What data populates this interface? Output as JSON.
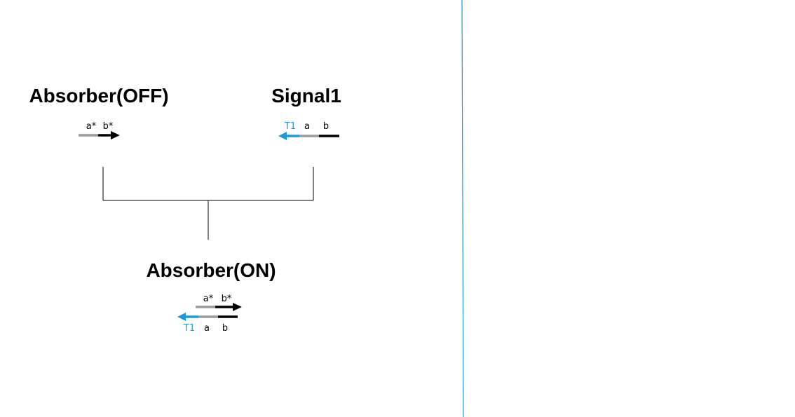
{
  "colors": {
    "toehold": "#1a9ad9",
    "domain_a": "#9a9a9a",
    "domain_b": "#000000",
    "connector": "#000000",
    "divider": "#1a9ad9"
  },
  "absorber_off": {
    "title": "Absorber(OFF)",
    "strand": {
      "label_a": "a*",
      "label_b": "b*"
    }
  },
  "signal1": {
    "title": "Signal1",
    "strand": {
      "label_t": "T1",
      "label_a": "a",
      "label_b": "b"
    }
  },
  "absorber_on": {
    "title": "Absorber(ON)",
    "top_strand": {
      "label_a": "a*",
      "label_b": "b*"
    },
    "bottom_strand": {
      "label_t": "T1",
      "label_a": "a",
      "label_b": "b"
    }
  }
}
